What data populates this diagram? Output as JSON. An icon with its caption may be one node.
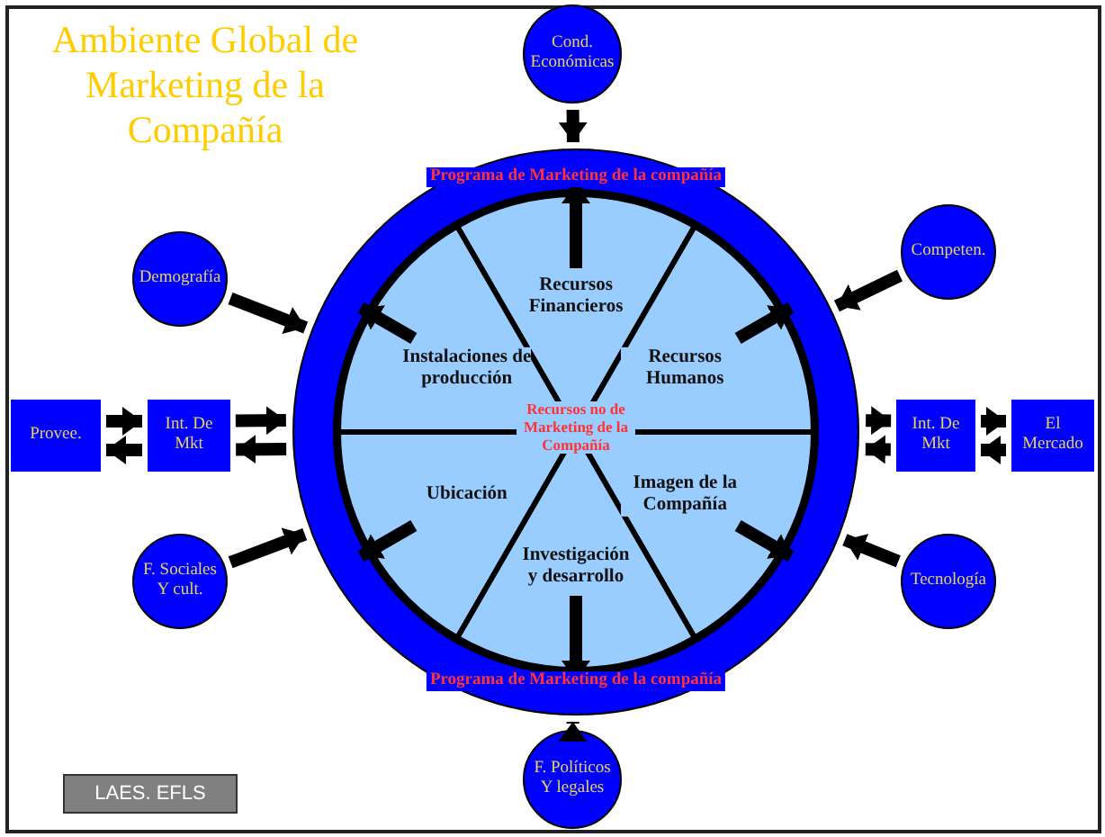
{
  "diagram": {
    "title": "Ambiente Global de Marketing de la Compañía",
    "nodes": [
      {
        "text": [
          "Programa de Marketing de la compañía",
          "Programa de Marketing de la compañía"
        ]
      },
      {
        "text": [
          "Recursos no de Marketing de la Compañía"
        ],
        "in": 0
      },
      {
        "text": [
          "Recursos Financieros"
        ],
        "in": 1
      },
      {
        "text": [
          "Recursos Humanos"
        ],
        "in": 1
      },
      {
        "text": [
          "Imagen de la Compañía"
        ],
        "in": 1
      },
      {
        "text": [
          "Investigación y desarrollo"
        ],
        "in": 1
      },
      {
        "text": [
          "Ubicación"
        ],
        "in": 1
      },
      {
        "text": [
          "Instalaciones de producción"
        ],
        "in": 1
      },
      {
        "text": [
          "Cond. Económicas"
        ]
      },
      {
        "text": [
          "Competen."
        ]
      },
      {
        "text": [
          "Tecnología"
        ]
      },
      {
        "text": [
          "F. Políticos Y legales"
        ]
      },
      {
        "text": [
          "F. Sociales Y cult."
        ]
      },
      {
        "text": [
          "Demografía"
        ]
      },
      {
        "text": [
          "Provee."
        ]
      },
      {
        "text": [
          "Int. De Mkt"
        ]
      },
      {
        "text": [
          "Int. De Mkt"
        ]
      },
      {
        "text": [
          "El Mercado"
        ]
      }
    ],
    "edges": [
      {
        "from": 2,
        "to": 0,
        "arrow": "to"
      },
      {
        "from": 3,
        "to": 0,
        "arrow": "to"
      },
      {
        "from": 4,
        "to": 0,
        "arrow": "to"
      },
      {
        "from": 5,
        "to": 0,
        "arrow": "to"
      },
      {
        "from": 6,
        "to": 0,
        "arrow": "to"
      },
      {
        "from": 7,
        "to": 0,
        "arrow": "to"
      },
      {
        "from": 8,
        "to": 0,
        "arrow": "to"
      },
      {
        "from": 9,
        "to": 0,
        "arrow": "to"
      },
      {
        "from": 10,
        "to": 0,
        "arrow": "to"
      },
      {
        "from": 11,
        "to": 0,
        "arrow": "to"
      },
      {
        "from": 12,
        "to": 0,
        "arrow": "to"
      },
      {
        "from": 13,
        "to": 0,
        "arrow": "to"
      },
      {
        "from": 14,
        "to": 15,
        "arrow": "to"
      },
      {
        "from": 15,
        "to": 14,
        "arrow": "to"
      },
      {
        "from": 15,
        "to": 0,
        "arrow": "to"
      },
      {
        "from": 0,
        "to": 15,
        "arrow": "to"
      },
      {
        "from": 0,
        "to": 16,
        "arrow": "to"
      },
      {
        "from": 16,
        "to": 0,
        "arrow": "to"
      },
      {
        "from": 16,
        "to": 17,
        "arrow": "to"
      },
      {
        "from": 17,
        "to": 16,
        "arrow": "to"
      }
    ],
    "labels": [
      "LAES. EFLS"
    ]
  }
}
